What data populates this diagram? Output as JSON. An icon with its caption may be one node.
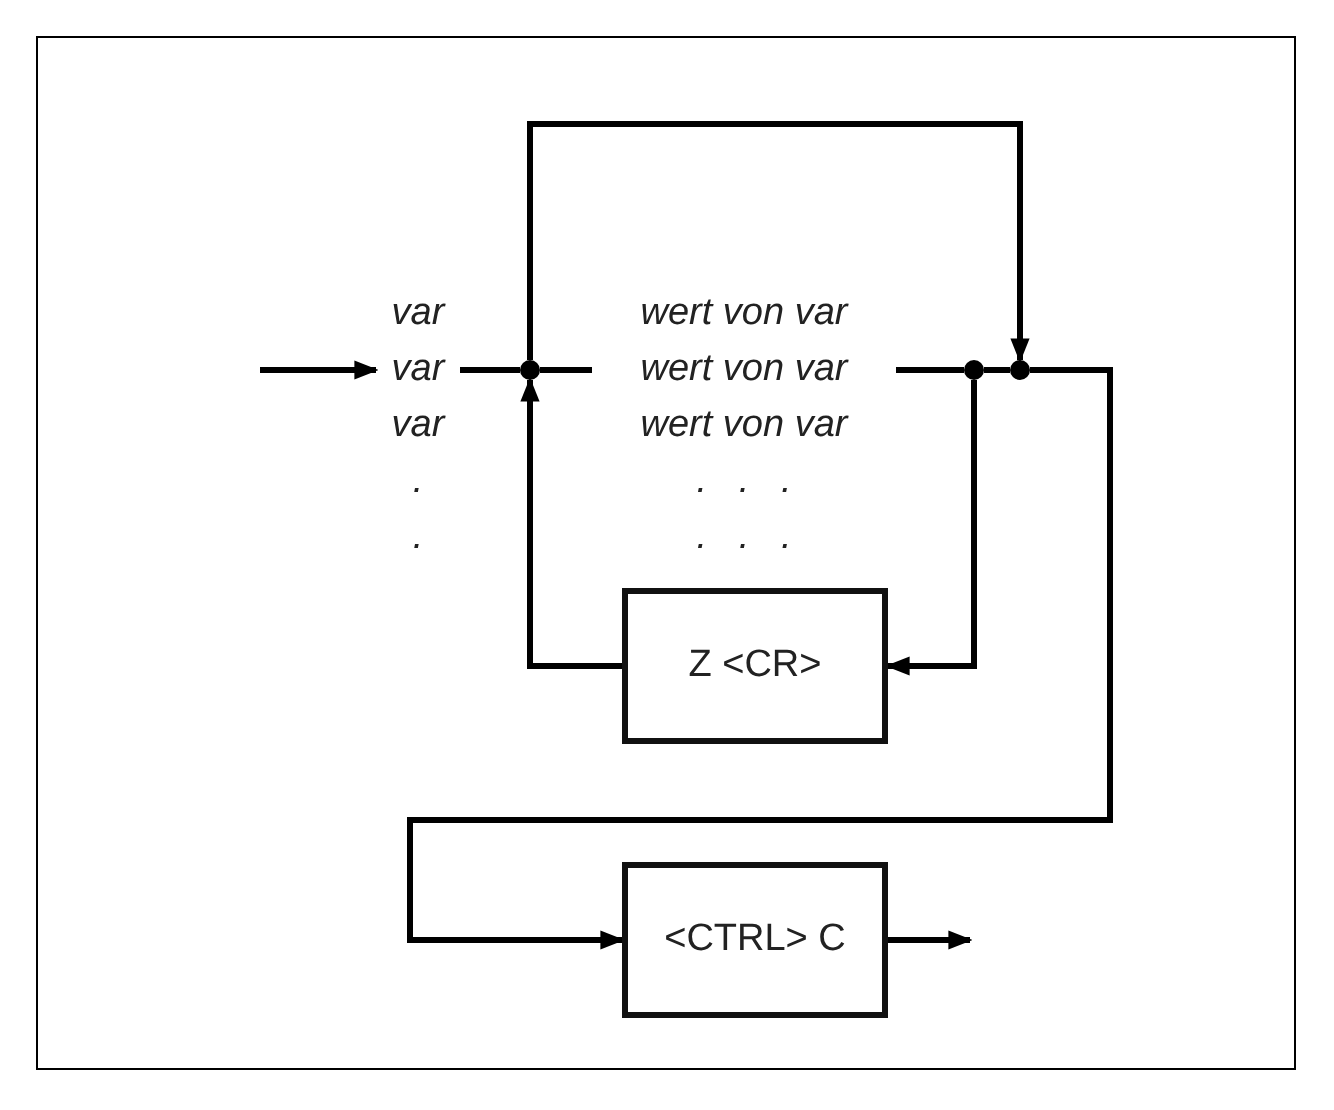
{
  "diagram": {
    "nodes": [
      {
        "text": [
          "var",
          "var",
          "var",
          ".",
          "."
        ]
      },
      {
        "text": [
          "wert von var",
          "wert von var",
          "wert von var",
          ".   .   .",
          ".   .   ."
        ]
      },
      {
        "text": [],
        "shape": "circle"
      },
      {
        "text": [],
        "shape": "circle"
      },
      {
        "text": [],
        "shape": "circle"
      },
      {
        "text": [
          "Z <CR>"
        ]
      },
      {
        "text": [
          "<CTRL> C"
        ]
      }
    ],
    "edges": [
      {
        "from": null,
        "to": 0,
        "arrow": "to"
      },
      {
        "from": 0,
        "to": 2,
        "arrow": "none"
      },
      {
        "from": 2,
        "to": 1,
        "arrow": "none"
      },
      {
        "from": 1,
        "to": 3,
        "arrow": "none"
      },
      {
        "from": 3,
        "to": 4,
        "arrow": "none"
      },
      {
        "from": 2,
        "to": 4,
        "arrow": "to"
      },
      {
        "from": 3,
        "to": 5,
        "arrow": "to"
      },
      {
        "from": 5,
        "to": 2,
        "arrow": "to"
      },
      {
        "from": 4,
        "to": 6,
        "arrow": "to"
      },
      {
        "from": 6,
        "to": null,
        "arrow": "to"
      }
    ]
  }
}
